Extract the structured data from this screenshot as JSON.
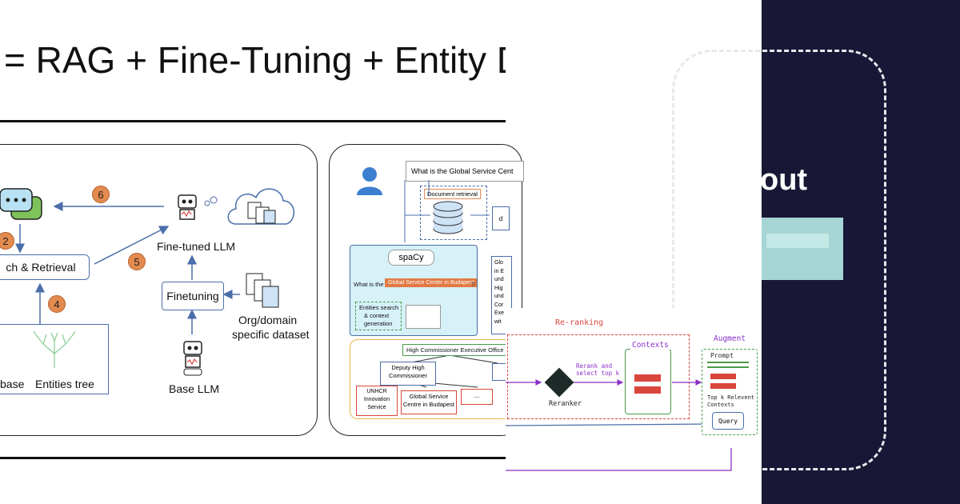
{
  "slide": {
    "title": "i = RAG + Fine-Tuning + Entity De"
  },
  "left_panel": {
    "step_labels": [
      "6",
      "2",
      "5",
      "4"
    ],
    "search_retrieval": "ch & Retrieval",
    "fine_tuned_llm": "Fine-tuned LLM",
    "finetuning": "Finetuning",
    "org_dataset_line1": "Org/domain",
    "org_dataset_line2": "specific dataset",
    "base_llm": "Base LLM",
    "kb_fragment": "base",
    "entities_tree": "Entities tree"
  },
  "mid_panel": {
    "question": "What is the Global Service Cent",
    "document_retrieval": "Document retrieval",
    "doc_fragment": "d",
    "spacy": "spaCy",
    "spacy_q_prefix": "What is the",
    "spacy_q_entity": "Global Service Center in Budapest",
    "spacy_q_suffix": "?",
    "entities_search": [
      "Entities search",
      "& context",
      "generation"
    ],
    "answer_fragments": [
      "Glo",
      "in E",
      "und",
      "Hig",
      "und",
      "Cor",
      "Exe",
      "wit"
    ],
    "tree": {
      "root": "High Commissioner Executive Office",
      "deputy": [
        "Deputy High",
        "Commissioner"
      ],
      "unhcr": [
        "UNHCR",
        "Innovation",
        "Service"
      ],
      "gsc": [
        "Global Service",
        "Centre in Budapest"
      ],
      "ellipsis": "..."
    }
  },
  "rerank_panel": {
    "reranking": "Re-ranking",
    "contexts": "Contexts",
    "augment": "Augment",
    "rerank_note": [
      "Rerank and",
      "select top k"
    ],
    "reranker": "Reranker",
    "prompt": "Prompt",
    "topk": [
      "Top k Relevent",
      "Contexts"
    ],
    "query": "Query"
  },
  "dark_panel": {
    "text_fragment": "out"
  },
  "colors": {
    "accent_orange": "#e38a4f",
    "box_blue": "#4a6ea9",
    "spacy_bg": "#d6f1f8",
    "entity_orange": "#e27a43",
    "dark_bg": "#181836",
    "rerank_red": "#d9443b",
    "augment_purple": "#8b2fc9"
  }
}
